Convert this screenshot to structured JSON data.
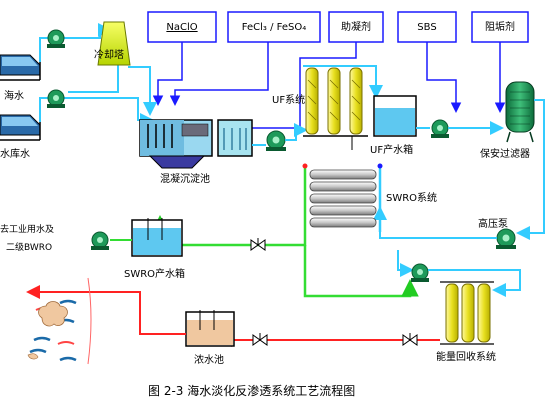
{
  "chemicals": {
    "naclo": "NaClO",
    "fecl": "FeCl₃ / FeSO₄",
    "coagulant_aid": "助凝剂",
    "sbs": "SBS",
    "antiscalant": "阻垢剂"
  },
  "labels": {
    "seawater": "海水",
    "reservoir_water": "水库水",
    "cooling_tower": "冷却塔",
    "coag_tank": "混凝沉淀池",
    "uf_system": "UF系统",
    "uf_tank": "UF产水箱",
    "cartridge_filter": "保安过滤器",
    "swro_system": "SWRO系统",
    "hp_pump": "高压泵",
    "swro_tank": "SWRO产水箱",
    "to_industrial_1": "去工业用水及",
    "to_industrial_2": "二级BWRO",
    "concentrate_tank": "浓水池",
    "energy_recovery": "能量回收系统"
  },
  "caption": "图 2-3 海水淡化反渗透系统工艺流程图",
  "colors": {
    "seawater_line": "#33ccff",
    "dosing_line": "#1a1aff",
    "product_line": "#33dd33",
    "brine_line": "#ff2222",
    "pump": "#1e9a5a",
    "membrane": "#e8e020"
  }
}
